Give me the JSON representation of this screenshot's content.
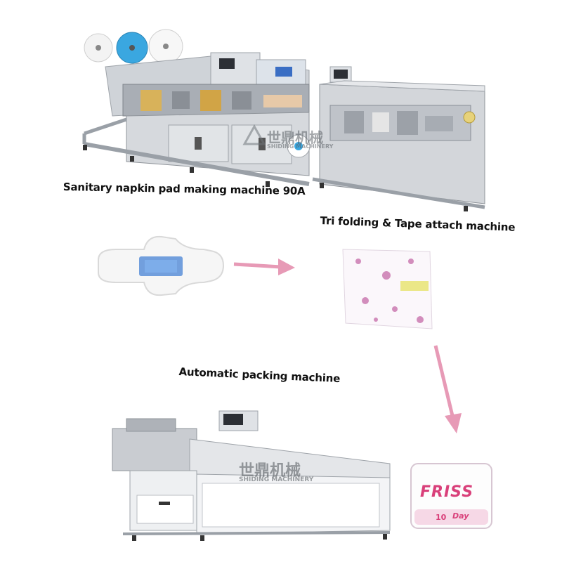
{
  "labels": {
    "machine_90a": "Sanitary napkin pad making machine 90A",
    "tri_folding": "Tri folding & Tape attach machine",
    "packing": "Automatic packing machine"
  },
  "watermark": {
    "brand_cn": "世鼎机械",
    "brand_en": "SHIDING MACHINERY"
  },
  "package": {
    "brand": "FRISS",
    "count": "10",
    "variant": "Day"
  },
  "colors": {
    "arrow": "#e79ab6",
    "frame": "#c9ccd1",
    "steel": "#b8bcc2",
    "panel": "#e8eaed",
    "blue_roll": "#3aa7e0",
    "pad_core": "#5a8fd8",
    "pink_print": "#c56aa8"
  }
}
